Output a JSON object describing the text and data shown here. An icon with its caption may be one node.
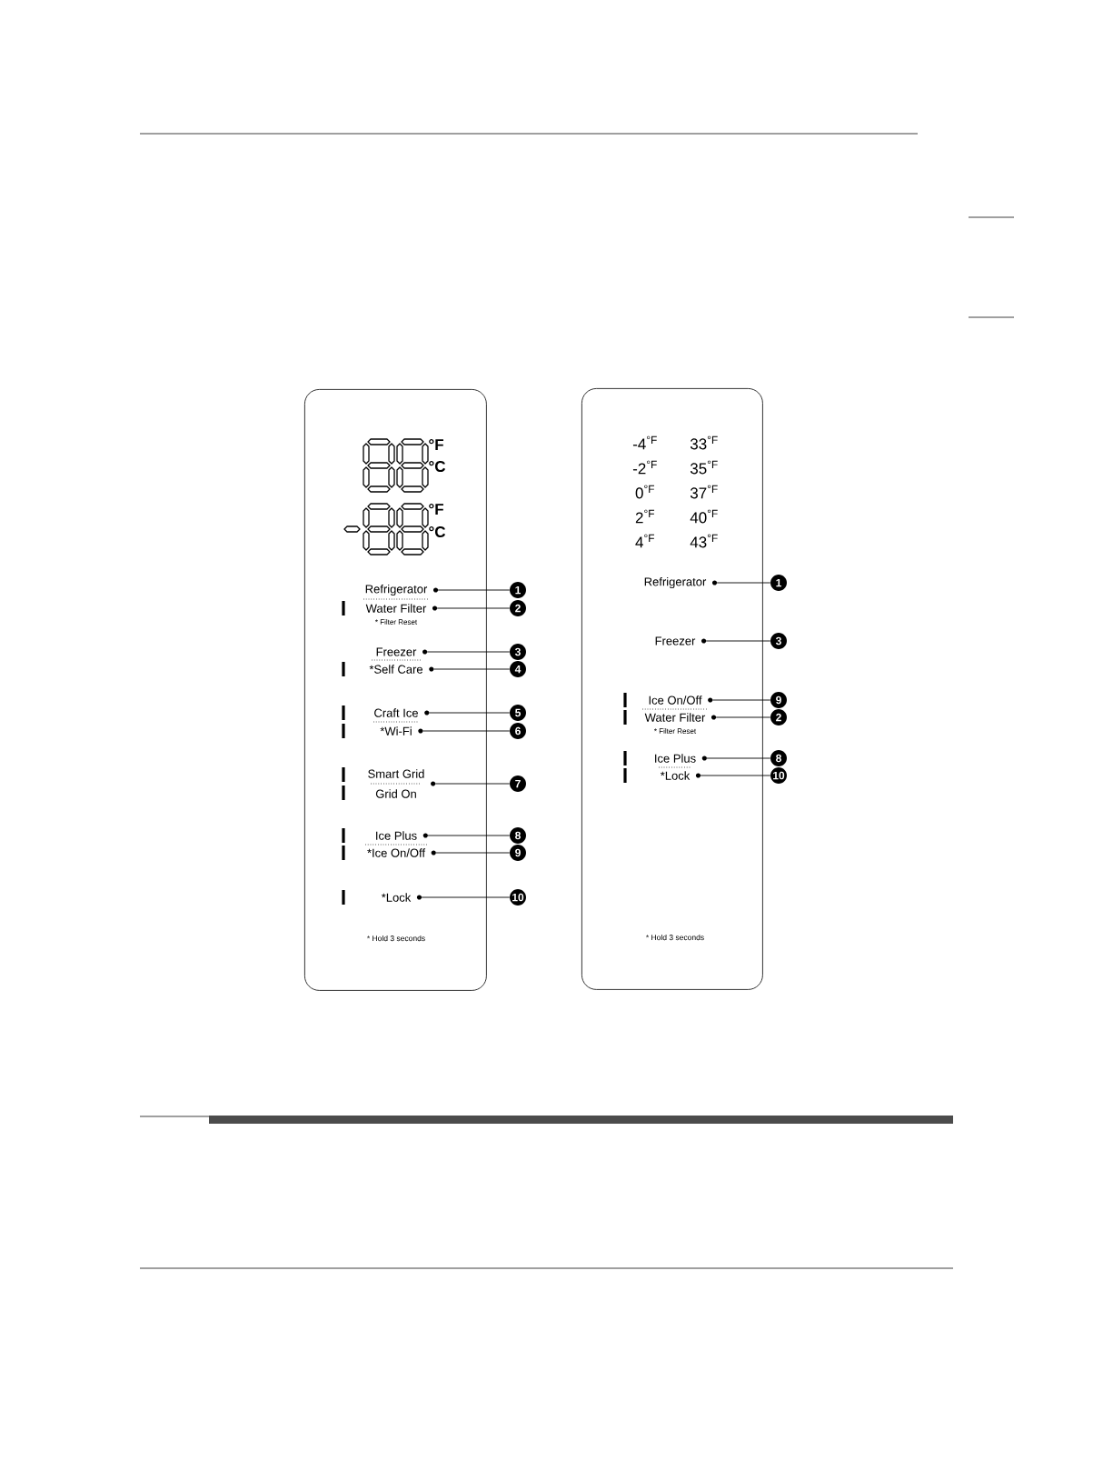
{
  "diagram": {
    "nodes": [
      {
        "text": [],
        "shape": "box"
      },
      {
        "text": [
          "Refrigerator"
        ],
        "in": 0
      },
      {
        "text": [
          "Water Filter"
        ],
        "in": 0,
        "beside": [
          "* Filter Reset"
        ]
      },
      {
        "text": [
          "Freezer"
        ],
        "in": 0
      },
      {
        "text": [
          "*Self Care"
        ],
        "in": 0
      },
      {
        "text": [
          "Craft Ice"
        ],
        "in": 0
      },
      {
        "text": [
          "*Wi-Fi"
        ],
        "in": 0
      },
      {
        "text": [
          "Smart Grid",
          "Grid On"
        ],
        "in": 0
      },
      {
        "text": [
          "Ice Plus"
        ],
        "in": 0
      },
      {
        "text": [
          "*Ice On/Off"
        ],
        "in": 0
      },
      {
        "text": [
          "*Lock"
        ],
        "in": 0
      },
      {
        "text": [
          "1"
        ]
      },
      {
        "text": [
          "2"
        ]
      },
      {
        "text": [
          "3"
        ]
      },
      {
        "text": [
          "4"
        ]
      },
      {
        "text": [
          "5"
        ]
      },
      {
        "text": [
          "6"
        ]
      },
      {
        "text": [
          "7"
        ]
      },
      {
        "text": [
          "8"
        ]
      },
      {
        "text": [
          "9"
        ]
      },
      {
        "text": [
          "10"
        ]
      },
      {
        "text": [],
        "shape": "box"
      },
      {
        "text": [
          "Refrigerator"
        ],
        "in": 21
      },
      {
        "text": [
          "Freezer"
        ],
        "in": 21
      },
      {
        "text": [
          "Ice On/Off"
        ],
        "in": 21
      },
      {
        "text": [
          "Water Filter"
        ],
        "in": 21,
        "beside": [
          "* Filter Reset"
        ]
      },
      {
        "text": [
          "Ice Plus"
        ],
        "in": 21
      },
      {
        "text": [
          "*Lock"
        ],
        "in": 21
      },
      {
        "text": [
          "1"
        ]
      },
      {
        "text": [
          "3"
        ]
      },
      {
        "text": [
          "9"
        ]
      },
      {
        "text": [
          "2"
        ]
      },
      {
        "text": [
          "8"
        ]
      },
      {
        "text": [
          "10"
        ]
      }
    ],
    "edges": [
      {
        "from": 1,
        "to": 11,
        "arrow": "none"
      },
      {
        "from": 2,
        "to": 12,
        "arrow": "none"
      },
      {
        "from": 3,
        "to": 13,
        "arrow": "none"
      },
      {
        "from": 4,
        "to": 14,
        "arrow": "none"
      },
      {
        "from": 5,
        "to": 15,
        "arrow": "none"
      },
      {
        "from": 6,
        "to": 16,
        "arrow": "none"
      },
      {
        "from": 7,
        "to": 17,
        "arrow": "none"
      },
      {
        "from": 8,
        "to": 18,
        "arrow": "none"
      },
      {
        "from": 9,
        "to": 19,
        "arrow": "none"
      },
      {
        "from": 10,
        "to": 20,
        "arrow": "none"
      },
      {
        "from": 22,
        "to": 28,
        "arrow": "none"
      },
      {
        "from": 23,
        "to": 29,
        "arrow": "none"
      },
      {
        "from": 24,
        "to": 30,
        "arrow": "none"
      },
      {
        "from": 25,
        "to": 31,
        "arrow": "none"
      },
      {
        "from": 26,
        "to": 32,
        "arrow": "none"
      },
      {
        "from": 27,
        "to": 33,
        "arrow": "none"
      }
    ],
    "labels": [
      "°F",
      "°C",
      "°F",
      "°C",
      "-4$^{°F}$",
      "33$^{°F}$",
      "-2$^{°F}$",
      "35$^{°F}$",
      "0$^{°F}$",
      "37$^{°F}$",
      "2$^{°F}$",
      "40$^{°F}$",
      "4$^{°F}$",
      "43$^{°F}$",
      "* Hold 3 seconds",
      "* Hold 3 seconds"
    ]
  }
}
